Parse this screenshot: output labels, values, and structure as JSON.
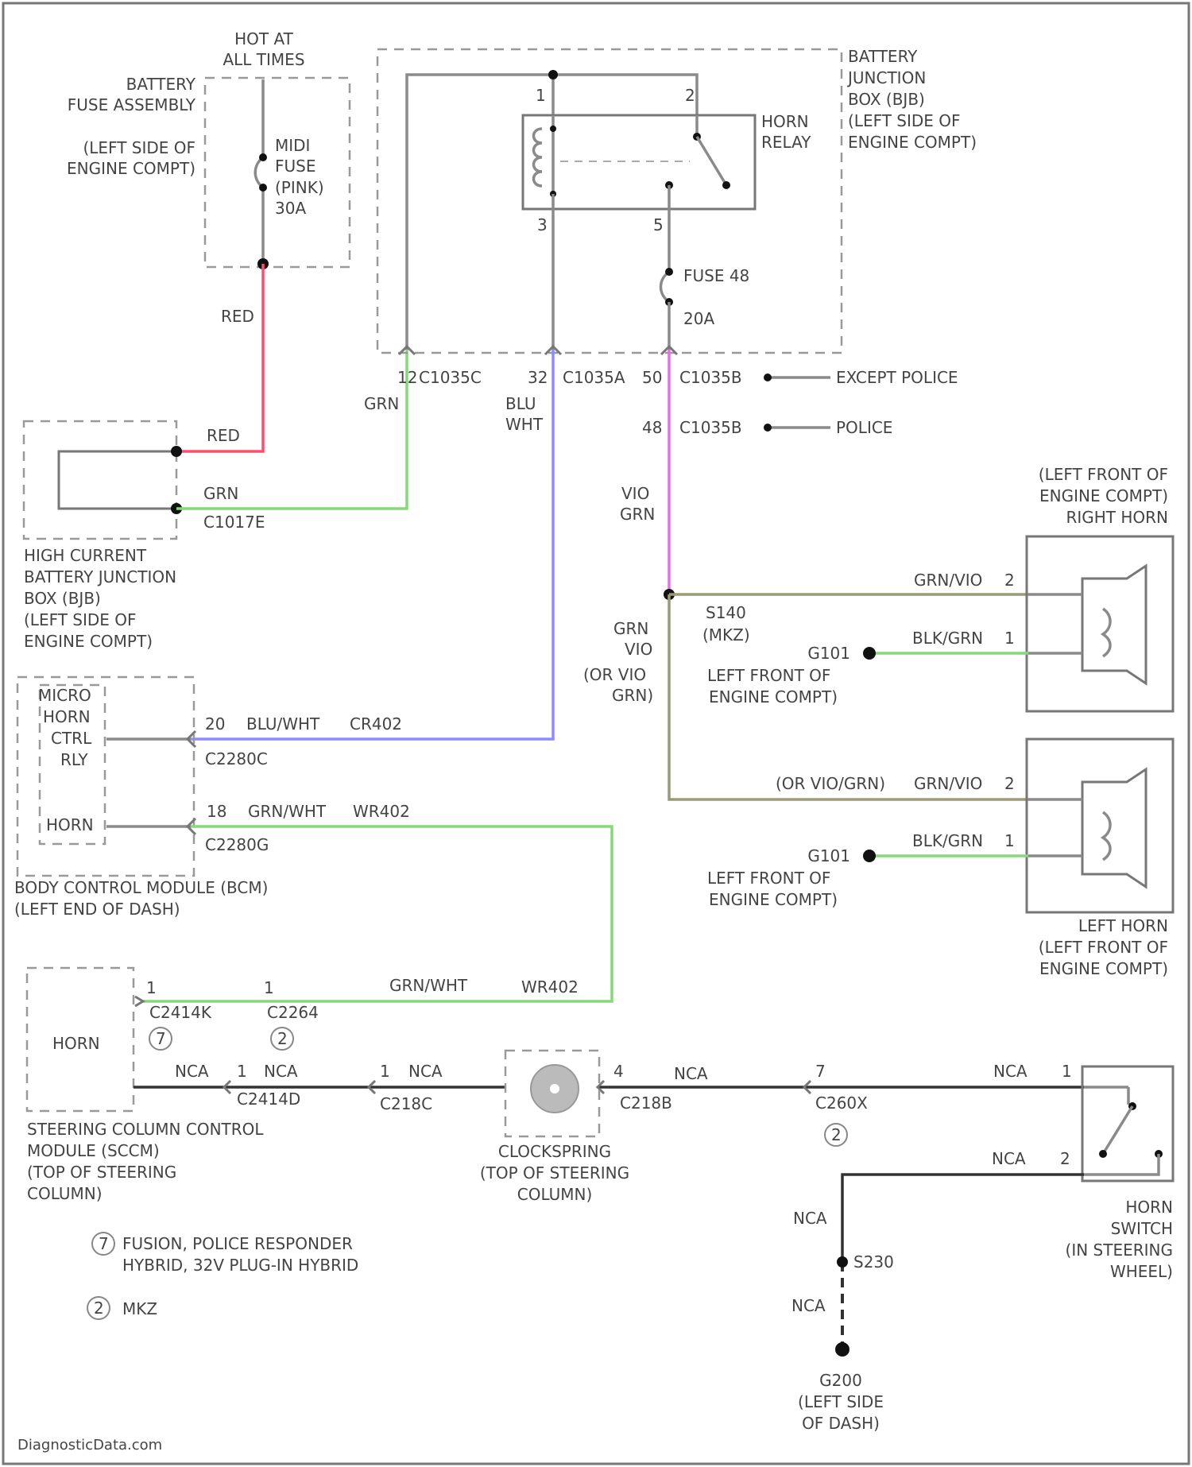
{
  "colors": {
    "red": "#ff4d6d",
    "green": "#86d97a",
    "blue": "#8c8cff",
    "violet": "#e36fe3",
    "olive": "#9a9a78",
    "gray": "#8a8a8a",
    "dark": "#333333"
  },
  "top": {
    "hot_l1": "HOT AT",
    "hot_l2": "ALL TIMES"
  },
  "bfa": {
    "title_l1": "BATTERY",
    "title_l2": "FUSE ASSEMBLY",
    "loc_l1": "(LEFT SIDE OF",
    "loc_l2": "ENGINE COMPT)",
    "fuse_l1": "MIDI",
    "fuse_l2": "FUSE",
    "fuse_l3": "(PINK)",
    "fuse_l4": "30A"
  },
  "bjb": {
    "title_l1": "BATTERY",
    "title_l2": "JUNCTION",
    "title_l3": "BOX (BJB)",
    "title_l4": "(LEFT SIDE OF",
    "title_l5": "ENGINE COMPT)",
    "relay_l1": "HORN",
    "relay_l2": "RELAY",
    "pin1": "1",
    "pin2": "2",
    "pin3": "3",
    "pin5": "5",
    "fuse_label": "FUSE 48",
    "fuse_amp": "20A"
  },
  "connectors": {
    "c1035c_pin": "12",
    "c1035c": "C1035C",
    "c1035a_pin": "32",
    "c1035a": "C1035A",
    "c1035b_pin1": "50",
    "c1035b_1": "C1035B",
    "c1035b_pin2": "48",
    "c1035b_2": "C1035B",
    "except_police": "EXCEPT POLICE",
    "police": "POLICE",
    "c1017e": "C1017E",
    "c2280c": "C2280C",
    "c2280g": "C2280G",
    "c2280c_pin": "20",
    "c2280g_pin": "18"
  },
  "wires": {
    "red1": "RED",
    "red2": "RED",
    "grn1": "GRN",
    "grn2": "GRN",
    "blu_l1": "BLU",
    "blu_l2": "WHT",
    "vio_l1": "VIO",
    "vio_l2": "GRN",
    "gv_l1": "GRN",
    "gv_l2": "VIO",
    "gv_l3": "(OR VIO",
    "gv_l4": "GRN)",
    "bluwht": "BLU/WHT",
    "cr402": "CR402",
    "grnwht1": "GRN/WHT",
    "wr402_1": "WR402",
    "grnwht2": "GRN/WHT",
    "wr402_2": "WR402",
    "grnvio1": "GRN/VIO",
    "blkgrn1": "BLK/GRN",
    "orviogrn": "(OR VIO/GRN)",
    "grnvio2": "GRN/VIO",
    "blkgrn2": "BLK/GRN"
  },
  "hcbjb": {
    "l1": "HIGH CURRENT",
    "l2": "BATTERY JUNCTION",
    "l3": "BOX (BJB)",
    "l4": "(LEFT SIDE OF",
    "l5": "ENGINE COMPT)"
  },
  "splice": {
    "name": "S140",
    "note": "(MKZ)"
  },
  "right_horn": {
    "l1": "(LEFT FRONT OF",
    "l2": "ENGINE COMPT)",
    "l3": "RIGHT HORN",
    "pin2": "2",
    "pin1": "1",
    "ground": "G101",
    "gloc_l1": "LEFT FRONT OF",
    "gloc_l2": "ENGINE COMPT)"
  },
  "left_horn": {
    "l1": "LEFT HORN",
    "l2": "(LEFT FRONT OF",
    "l3": "ENGINE COMPT)",
    "pin2": "2",
    "pin1": "1",
    "ground": "G101",
    "gloc_l1": "LEFT FRONT OF",
    "gloc_l2": "ENGINE COMPT)"
  },
  "bcm": {
    "r1": "MICRO",
    "r2": "HORN",
    "r3": "CTRL",
    "r4": "RLY",
    "horn": "HORN",
    "l1": "BODY CONTROL MODULE (BCM)",
    "l2": "(LEFT END OF DASH)"
  },
  "sccm": {
    "horn": "HORN",
    "l1": "STEERING COLUMN CONTROL",
    "l2": "MODULE (SCCM)",
    "l3": "(TOP OF STEERING",
    "l4": "COLUMN)",
    "pin_a": "1",
    "pin_b": "1",
    "c2414k": "C2414K",
    "c2264": "C2264",
    "note_a": "7",
    "note_b": "2"
  },
  "bottom_row": {
    "nca1": "NCA",
    "pin1": "1",
    "nca2": "NCA",
    "c2414d": "C2414D",
    "pin1b": "1",
    "nca3": "NCA",
    "c218c": "C218C",
    "pin4": "4",
    "nca4": "NCA",
    "c218b": "C218B",
    "pin7": "7",
    "c260x": "C260X",
    "note": "2",
    "nca5": "NCA",
    "pin1c": "1",
    "nca6": "NCA",
    "pin2": "2"
  },
  "clockspring": {
    "l1": "CLOCKSPRING",
    "l2": "(TOP OF STEERING",
    "l3": "COLUMN)"
  },
  "horn_switch": {
    "l1": "HORN",
    "l2": "SWITCH",
    "l3": "(IN STEERING",
    "l4": "WHEEL)"
  },
  "ground_path": {
    "nca1": "NCA",
    "s230": "S230",
    "nca2": "NCA",
    "g200": "G200",
    "loc_l1": "(LEFT SIDE",
    "loc_l2": "OF DASH)"
  },
  "legend": {
    "item1_num": "7",
    "item1_l1": "FUSION, POLICE RESPONDER",
    "item1_l2": "HYBRID, 32V PLUG-IN HYBRID",
    "item2_num": "2",
    "item2_l1": "MKZ"
  },
  "watermark": "DiagnosticData.com"
}
